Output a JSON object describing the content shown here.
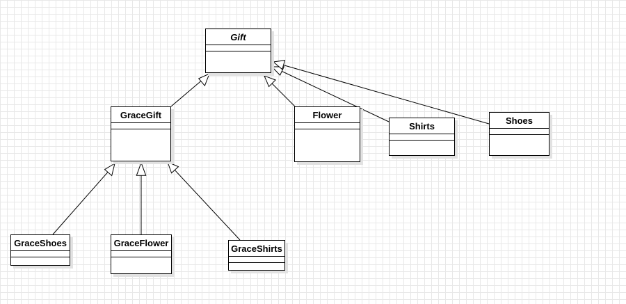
{
  "diagram": {
    "type": "uml-class-diagram",
    "classes": {
      "gift": {
        "name": "Gift",
        "abstract": true
      },
      "gracegift": {
        "name": "GraceGift"
      },
      "flower": {
        "name": "Flower"
      },
      "shirts": {
        "name": "Shirts"
      },
      "shoes": {
        "name": "Shoes"
      },
      "graceshoes": {
        "name": "GraceShoes"
      },
      "graceflower": {
        "name": "GraceFlower"
      },
      "graceshirts": {
        "name": "GraceShirts"
      }
    },
    "relations": [
      {
        "type": "generalization",
        "from": "gracegift",
        "to": "gift"
      },
      {
        "type": "generalization",
        "from": "flower",
        "to": "gift"
      },
      {
        "type": "generalization",
        "from": "shirts",
        "to": "gift"
      },
      {
        "type": "generalization",
        "from": "shoes",
        "to": "gift"
      },
      {
        "type": "generalization",
        "from": "graceshoes",
        "to": "gracegift"
      },
      {
        "type": "generalization",
        "from": "graceflower",
        "to": "gracegift"
      },
      {
        "type": "generalization",
        "from": "graceshirts",
        "to": "gracegift"
      }
    ]
  }
}
